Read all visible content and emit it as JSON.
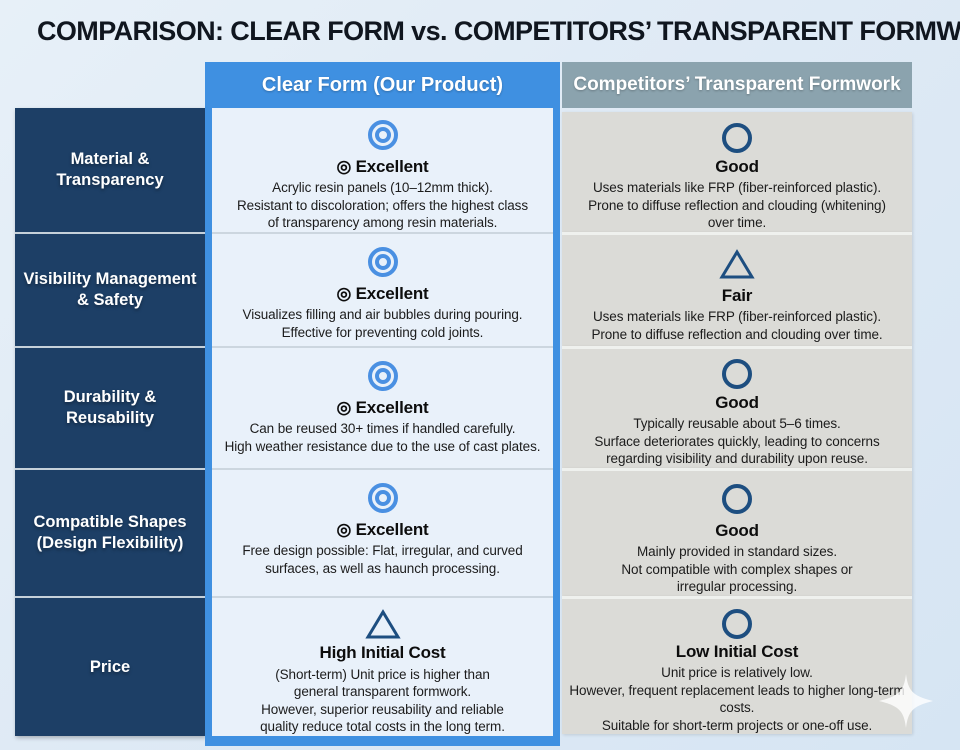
{
  "title": "COMPARISON: CLEAR FORM vs. COMPETITORS’ TRANSPARENT FORMWORK",
  "columns": {
    "clear_header": "Clear Form (Our Product)",
    "competitor_header": "Competitors’ Transparent Formwork"
  },
  "colors": {
    "clear_header_bg": "#3f90e1",
    "competitor_header_bg": "#8ba3ae",
    "label_column_bg": "#1d3f66",
    "clear_cell_bg": "#e9f1fa",
    "competitor_cell_bg": "#dbdbd7",
    "double_circle_icon": "#4a90e2",
    "outline_icon": "#1d4e80",
    "page_background": "#dfeaf5",
    "title_text": "#10161f"
  },
  "icons": {
    "excellent": "double-circle-icon",
    "good": "circle-icon",
    "fair": "triangle-icon",
    "sparkle": "four-point-star-icon"
  },
  "rows": [
    {
      "label": "Material &\nTransparency",
      "clear": {
        "icon": "double-circle",
        "rating": "◎ Excellent",
        "body": "Acrylic resin panels (10–12mm thick).\nResistant to discoloration; offers the highest class\nof transparency among resin materials."
      },
      "competitor": {
        "icon": "circle",
        "rating": "Good",
        "body": "Uses materials like FRP (fiber-reinforced plastic).\nProne to diffuse reflection and clouding (whitening)\nover time."
      }
    },
    {
      "label": "Visibility Management\n& Safety",
      "clear": {
        "icon": "double-circle",
        "rating": "◎ Excellent",
        "body": "Visualizes filling and air bubbles during pouring.\nEffective for preventing cold joints."
      },
      "competitor": {
        "icon": "triangle",
        "rating": "Fair",
        "body": "Uses materials like FRP (fiber-reinforced plastic).\nProne to diffuse reflection and clouding over time."
      }
    },
    {
      "label": "Durability & Reusability",
      "clear": {
        "icon": "double-circle",
        "rating": "◎ Excellent",
        "body": "Can be reused 30+ times if handled carefully.\nHigh weather resistance due to the use of cast plates."
      },
      "competitor": {
        "icon": "circle",
        "rating": "Good",
        "body": "Typically reusable about 5–6 times.\nSurface deteriorates quickly, leading to concerns\nregarding visibility and durability upon reuse."
      }
    },
    {
      "label": "Compatible Shapes\n(Design Flexibility)",
      "clear": {
        "icon": "double-circle",
        "rating": "◎ Excellent",
        "body": "Free design possible: Flat, irregular, and curved\nsurfaces, as well as haunch processing."
      },
      "competitor": {
        "icon": "circle",
        "rating": "Good",
        "body": "Mainly provided in standard sizes.\nNot compatible with complex shapes or\nirregular processing."
      }
    },
    {
      "label": "Price",
      "clear": {
        "icon": "triangle",
        "rating": "High Initial Cost",
        "body": "(Short-term) Unit price is higher than\ngeneral transparent formwork.\nHowever, superior reusability and reliable\nquality reduce total costs in the long term."
      },
      "competitor": {
        "icon": "circle",
        "rating": "Low Initial Cost",
        "body": "Unit price is relatively low.\nHowever, frequent replacement leads to higher long-term costs.\nSuitable for short-term projects or one-off use."
      }
    }
  ]
}
